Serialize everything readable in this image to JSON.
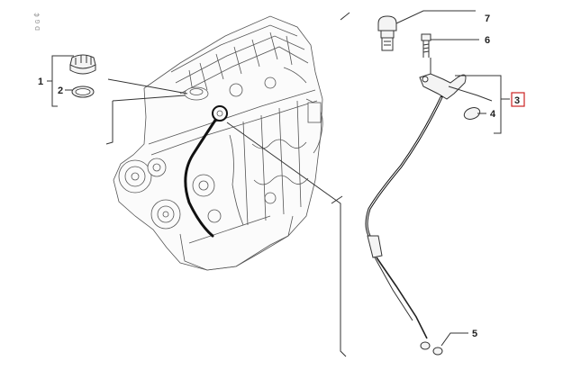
{
  "corner_mark": "ᴅ ɢ ¢",
  "callouts": [
    {
      "id": "c1",
      "label": "1"
    },
    {
      "id": "c2",
      "label": "2"
    },
    {
      "id": "c3",
      "label": "3"
    },
    {
      "id": "c4",
      "label": "4"
    },
    {
      "id": "c5",
      "label": "5"
    },
    {
      "id": "c6",
      "label": "6"
    },
    {
      "id": "c7",
      "label": "7"
    }
  ],
  "colors": {
    "highlight_box": "#cc2222",
    "line": "#333333"
  },
  "parts": [
    "oil-filler-cap",
    "cap-seal-ring",
    "dipstick-tube-assembly",
    "tube-seal",
    "tube-end-seal",
    "mounting-bolt",
    "dipstick-handle"
  ]
}
